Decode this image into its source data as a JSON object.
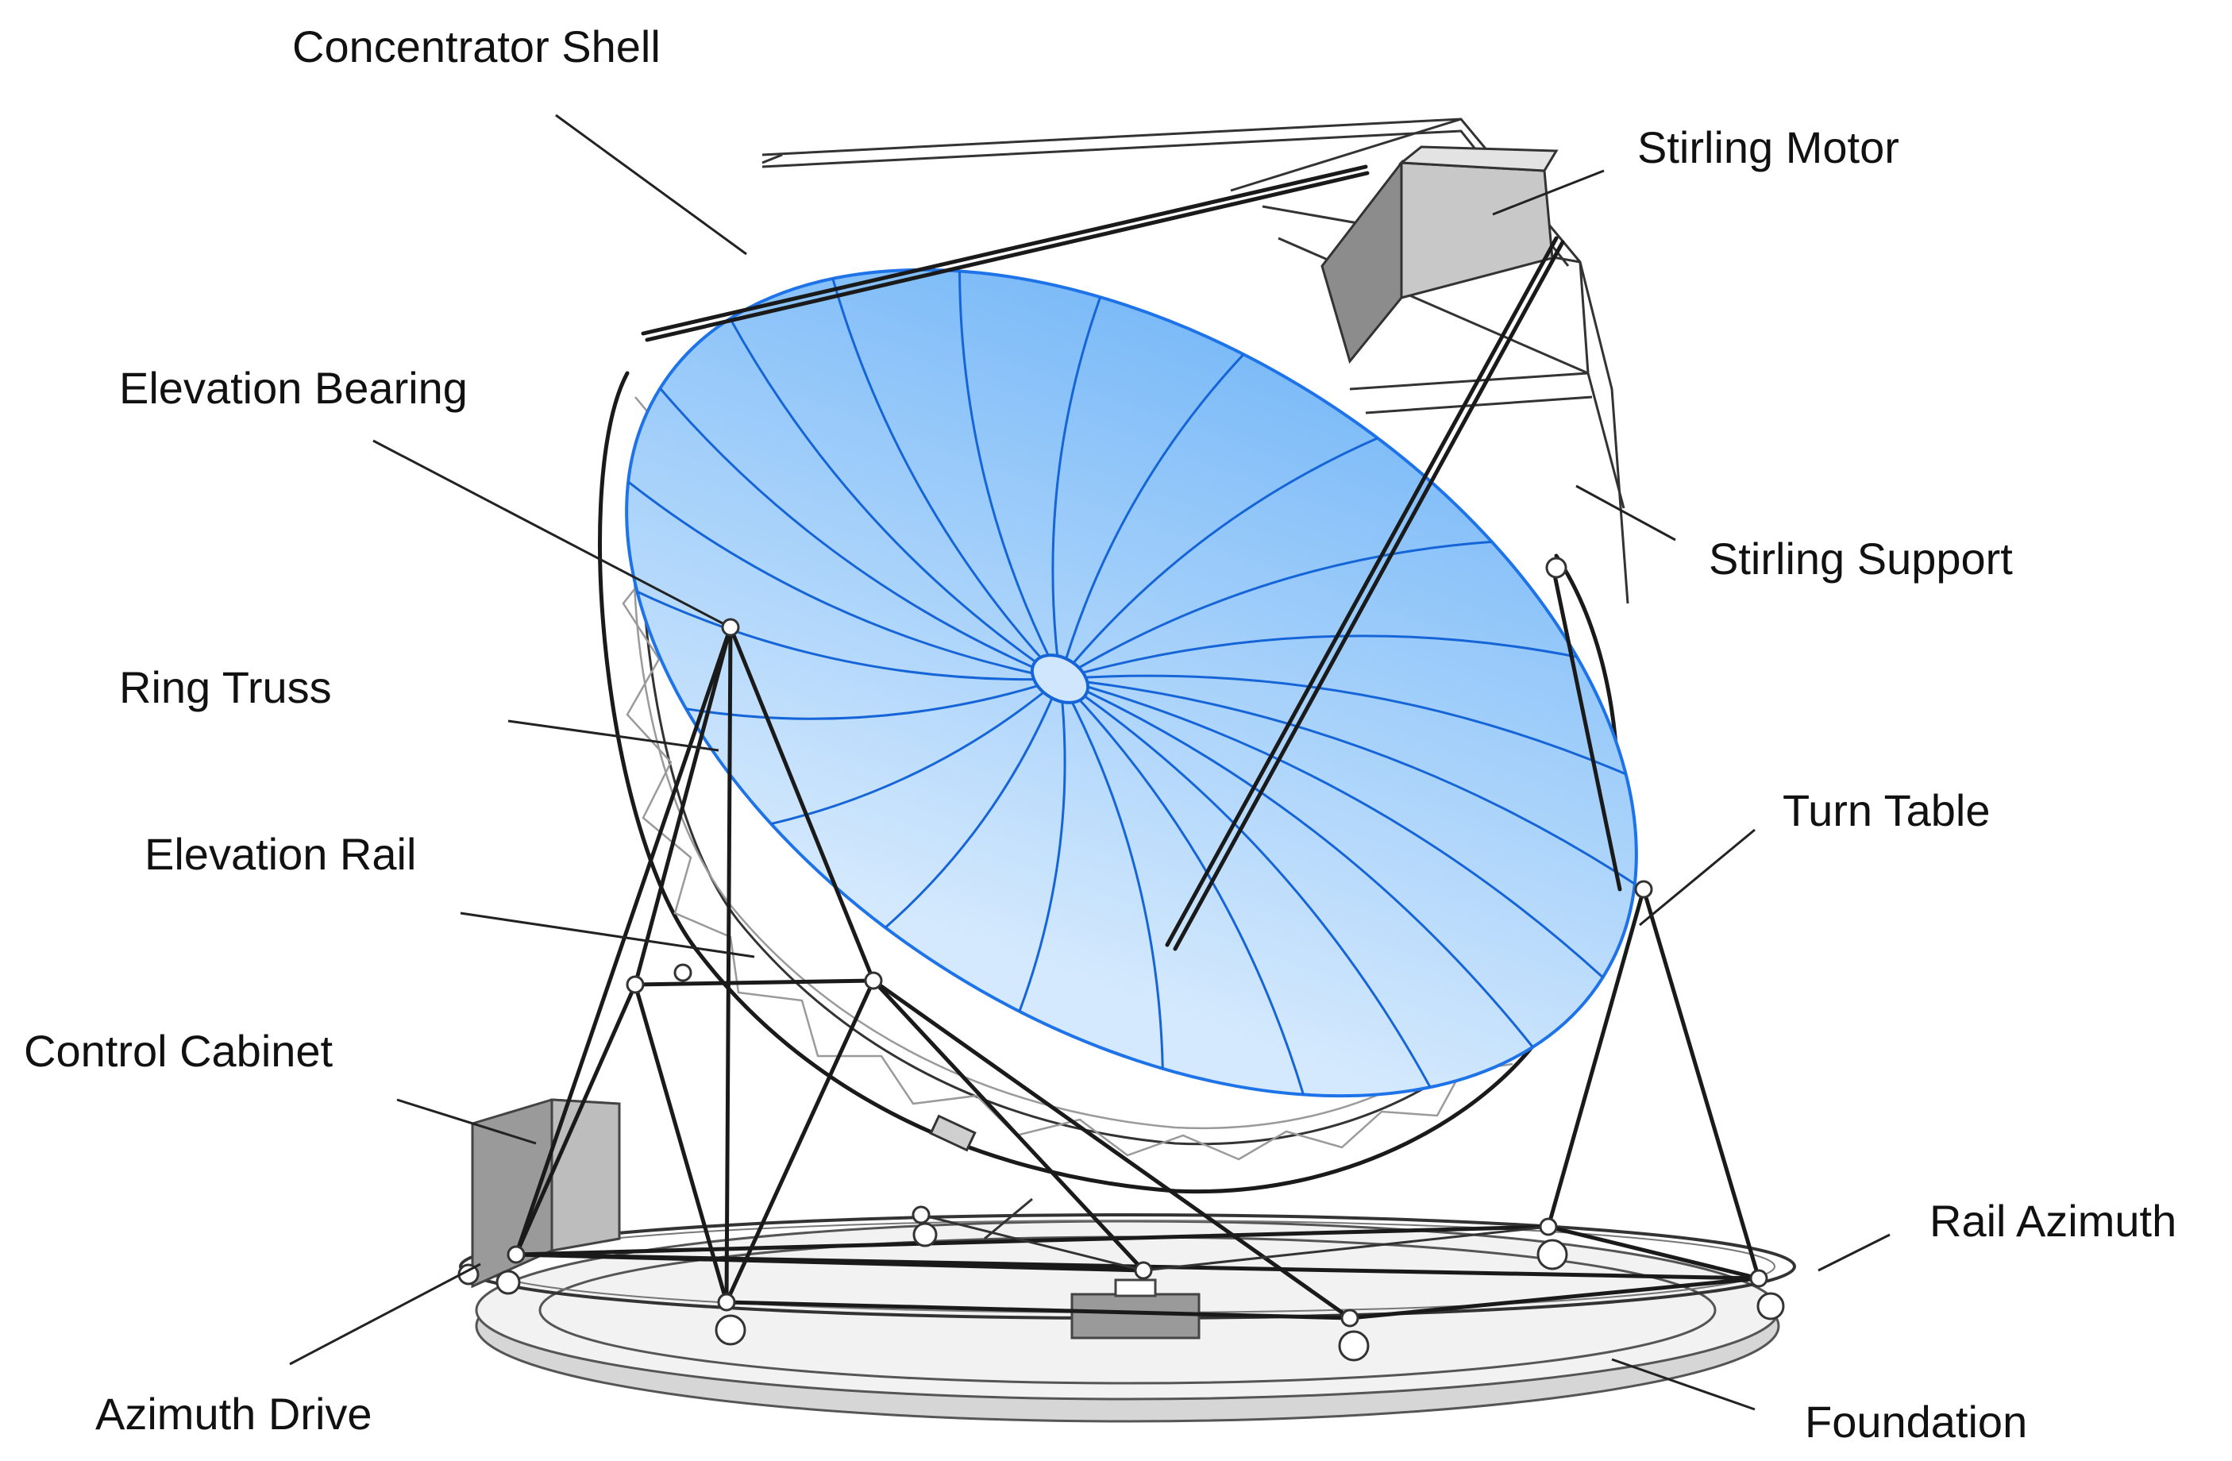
{
  "labels": {
    "concentrator_shell": "Concentrator Shell",
    "stirling_motor": "Stirling Motor",
    "elevation_bearing": "Elevation Bearing",
    "stirling_support": "Stirling Support",
    "ring_truss": "Ring Truss",
    "turn_table": "Turn Table",
    "elevation_rail": "Elevation Rail",
    "control_cabinet": "Control Cabinet",
    "rail_azimuth": "Rail Azimuth",
    "azimuth_drive": "Azimuth Drive",
    "foundation": "Foundation"
  },
  "colors": {
    "dish_top": "#6fb4f7",
    "dish_bottom": "#d4e9fd",
    "dish_edge": "#1e73e8",
    "box_dark": "#8c8c8c",
    "box_light": "#c8c8c8",
    "foundation": "#d6d6d6"
  }
}
